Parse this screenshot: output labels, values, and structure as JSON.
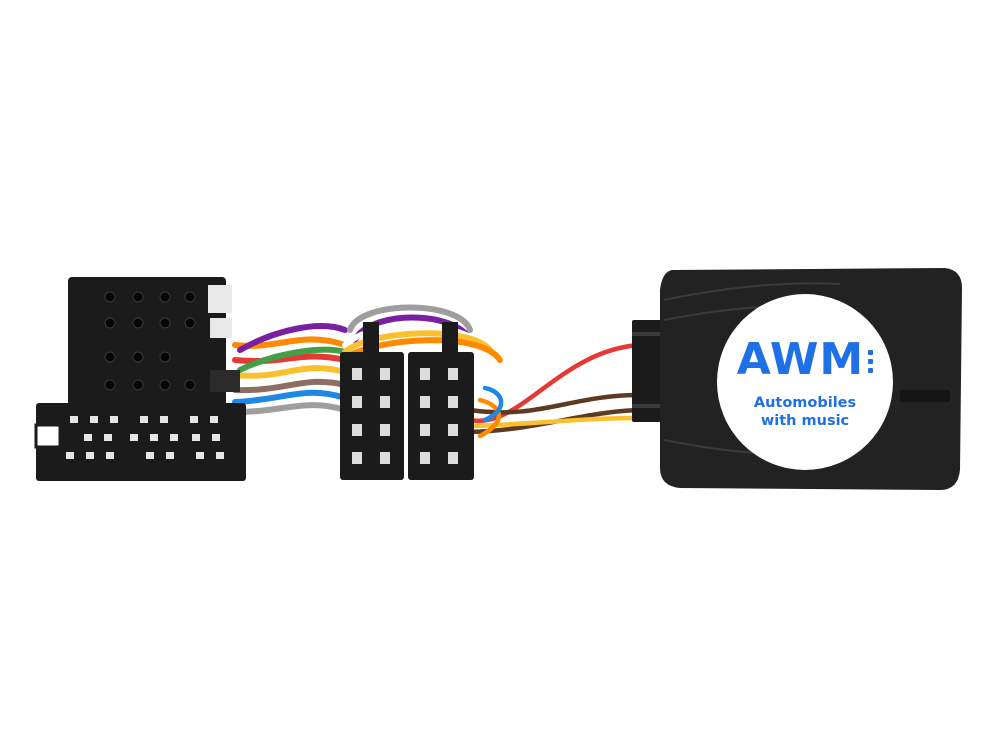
{
  "product": {
    "brand": "AWM",
    "tagline_line1": "Automobiles",
    "tagline_line2": "with music"
  },
  "colors": {
    "background": "#ffffff",
    "connector": "#1b1b1b",
    "module_body": "#222222",
    "label_bg": "#ffffff",
    "brand_blue": "#1f6fe6",
    "wires": [
      "#e53935",
      "#ff8a00",
      "#fbc02d",
      "#7b1fa2",
      "#1e88e5",
      "#43a047",
      "#8d6e63",
      "#9e9e9e",
      "#ffffff"
    ]
  }
}
